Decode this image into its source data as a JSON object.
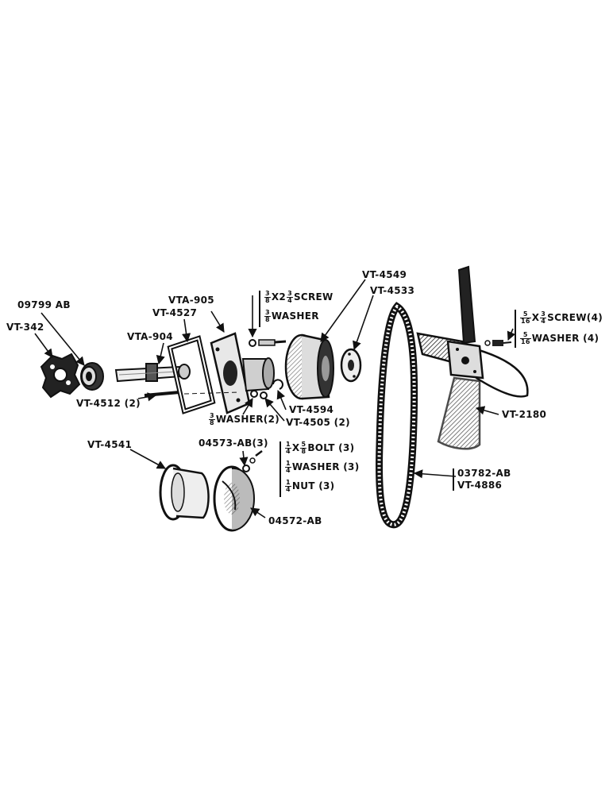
{
  "labels": {
    "p09799": "09799 AB",
    "vt342": "VT-342",
    "vta904": "VTA-904",
    "vta905": "VTA-905",
    "vt4527": "VT-4527",
    "vt4512": "VT-4512 (2)",
    "screw_a": {
      "w_n": "3",
      "w_d": "8",
      "x": "X2",
      "f_n": "3",
      "f_d": "4",
      "text": "SCREW"
    },
    "washer_a": {
      "n": "3",
      "d": "8",
      "text": "WASHER"
    },
    "vt4549": "VT-4549",
    "vt4533": "VT-4533",
    "screw_b": {
      "w_n": "5",
      "w_d": "16",
      "x": "X",
      "f_n": "3",
      "f_d": "4",
      "text": "SCREW(4)"
    },
    "washer_b": {
      "n": "5",
      "d": "16",
      "text": "WASHER (4)"
    },
    "vt2180": "VT-2180",
    "vt4594": "VT-4594",
    "vt4505": "VT-4505 (2)",
    "washer_c": {
      "n": "3",
      "d": "8",
      "text": "WASHER(2)"
    },
    "p04573": "04573-AB(3)",
    "bolt": {
      "w_n": "1",
      "w_d": "4",
      "x": "X",
      "f_n": "5",
      "f_d": "8",
      "text": "BOLT (3)"
    },
    "washer_d": {
      "n": "1",
      "d": "4",
      "text": "WASHER (3)"
    },
    "nut": {
      "n": "1",
      "d": "4",
      "text": "NUT (3)"
    },
    "vt4541": "VT-4541",
    "p04572": "04572-AB",
    "p03782": "03782-AB",
    "vt4886": "VT-4886"
  }
}
